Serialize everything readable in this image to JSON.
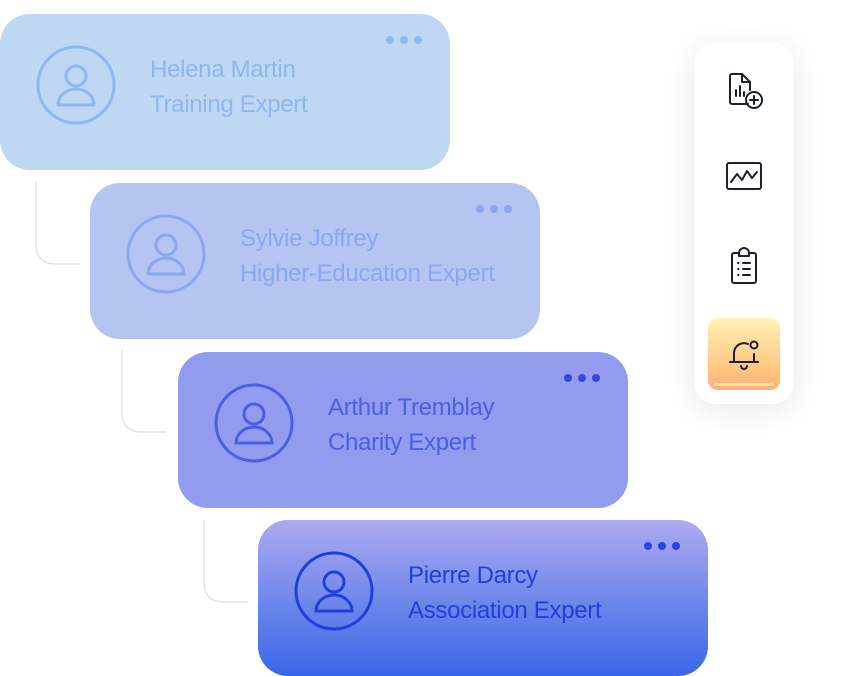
{
  "experts": [
    {
      "name": "Helena Martin",
      "role": "Training Expert"
    },
    {
      "name": "Sylvie Joffrey",
      "role": "Higher-Education Expert"
    },
    {
      "name": "Arthur Tremblay",
      "role": "Charity Expert"
    },
    {
      "name": "Pierre Darcy",
      "role": "Association Expert"
    }
  ],
  "toolbar": {
    "tools": [
      {
        "icon": "report-add-icon"
      },
      {
        "icon": "chart-line-icon"
      },
      {
        "icon": "clipboard-list-icon"
      },
      {
        "icon": "bell-notification-icon",
        "active": true
      }
    ]
  },
  "colors": {
    "card_1": "#bed7f2",
    "card_2": "#b4c5f1",
    "card_3": "#919cee",
    "card_4_bottom": "#3a66ea",
    "active_tool": "#ffc682"
  }
}
